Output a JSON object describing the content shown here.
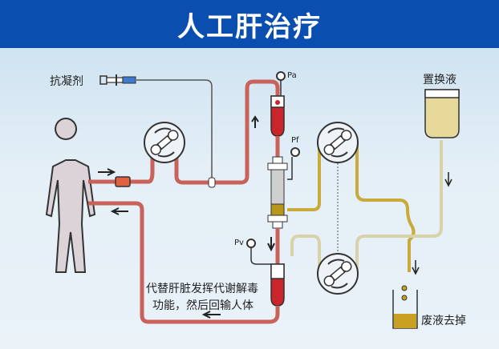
{
  "title": "人工肝治疗",
  "labels": {
    "anticoagulant": "抗凝剂",
    "replacement_fluid": "置换液",
    "waste_fluid": "废液去掉",
    "description_line1": "代替肝脏发挥代谢解毒",
    "description_line2": "功能，然后回输人体",
    "pa": "Pa",
    "pf": "Pf",
    "pv": "Pv"
  },
  "colors": {
    "header": "#0a4fb0",
    "blood_tube": "#c9625a",
    "plasma_tube": "#c9aa3a",
    "replacement_tube": "#d8d2a8"
  }
}
